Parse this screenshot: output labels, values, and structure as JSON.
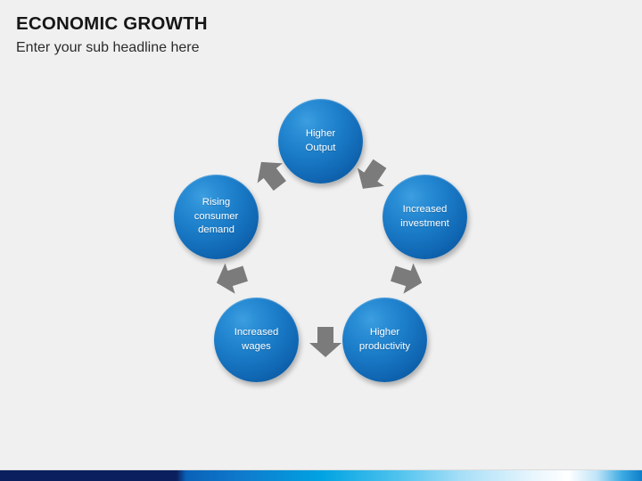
{
  "header": {
    "title": "ECONOMIC GROWTH",
    "subtitle": "Enter your sub headline here"
  },
  "diagram": {
    "type": "cycle",
    "nodes": [
      {
        "id": "higher-output",
        "label": "Higher\nOutput",
        "position": "top"
      },
      {
        "id": "increased-investment",
        "label": "Increased\ninvestment",
        "position": "right"
      },
      {
        "id": "higher-productivity",
        "label": "Higher\nproductivity",
        "position": "bottom-right"
      },
      {
        "id": "increased-wages",
        "label": "Increased\nwages",
        "position": "bottom-left"
      },
      {
        "id": "rising-consumer-demand",
        "label": "Rising\nconsumer\ndemand",
        "position": "left"
      }
    ],
    "arrows": [
      {
        "id": "arrow-output-to-investment",
        "from": "higher-output",
        "to": "increased-investment",
        "icon": "arrow-down-right-icon"
      },
      {
        "id": "arrow-investment-to-productivity",
        "from": "increased-investment",
        "to": "higher-productivity",
        "icon": "arrow-down-left-icon"
      },
      {
        "id": "arrow-productivity-to-wages",
        "from": "higher-productivity",
        "to": "increased-wages",
        "icon": "arrow-left-icon"
      },
      {
        "id": "arrow-wages-to-demand",
        "from": "increased-wages",
        "to": "rising-consumer-demand",
        "icon": "arrow-up-left-icon"
      },
      {
        "id": "arrow-demand-to-output",
        "from": "rising-consumer-demand",
        "to": "higher-output",
        "icon": "arrow-up-right-icon"
      }
    ]
  },
  "colors": {
    "background": "#f0f0f0",
    "node_fill_light": "#2a8ed6",
    "node_fill_dark": "#094e92",
    "node_text": "#ffffff",
    "arrow": "#7b7b7b",
    "title_text": "#161616",
    "bar_navy": "#0b1f5e",
    "bar_blue": "#0a62b8",
    "bar_cyan": "#00a3e2",
    "bar_white": "#ffffff"
  }
}
